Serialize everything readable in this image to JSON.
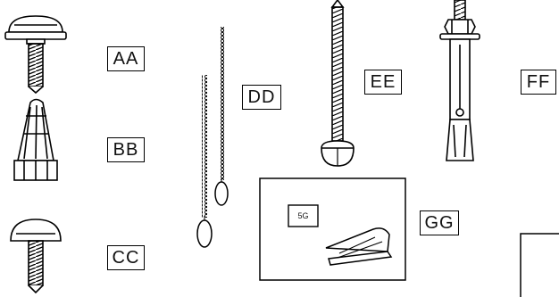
{
  "labels": {
    "aa": "AA",
    "bb": "BB",
    "cc": "CC",
    "dd": "DD",
    "ee": "EE",
    "ff": "FF",
    "gg": "GG"
  },
  "packet": {
    "badge": "5G"
  }
}
